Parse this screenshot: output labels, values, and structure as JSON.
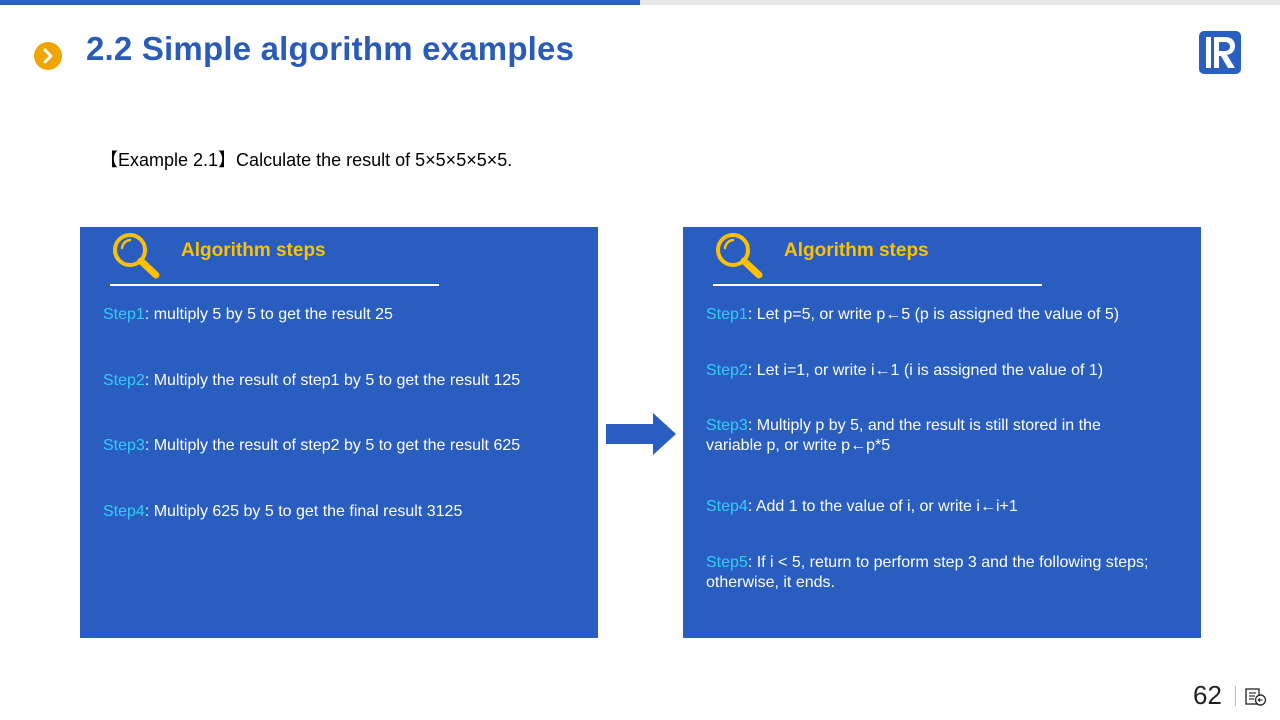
{
  "slide": {
    "title": "2.2 Simple algorithm examples",
    "example": "【Example 2.1】Calculate the result of 5×5×5×5×5.",
    "page_number": "62",
    "progress_fraction": 0.5
  },
  "colors": {
    "accent": "#2a5fc2",
    "panel_bg": "#2a5dc0",
    "heading": "#ffc000",
    "step_label": "#33ccff",
    "bullet": "#f0a500"
  },
  "icons": {
    "title_bullet": "chevron-right-icon",
    "heading": "magnifier-icon",
    "logo": "brand-logo-icon",
    "transition": "arrow-right-icon",
    "footer": "slide-nav-icon"
  },
  "left_panel": {
    "heading": "Algorithm steps",
    "steps": [
      {
        "label": "Step1",
        "text": ": multiply 5 by 5 to get the result 25"
      },
      {
        "label": "Step2",
        "text": ": Multiply the result of step1 by 5 to get the result 125"
      },
      {
        "label": "Step3",
        "text": ": Multiply the result of step2 by 5 to get the result 625"
      },
      {
        "label": "Step4",
        "text": ": Multiply 625 by 5 to get the final result 3125"
      }
    ]
  },
  "right_panel": {
    "heading": "Algorithm steps",
    "steps": [
      {
        "label": "Step1",
        "text": ": Let p=5, or write p←5 (p is assigned the value of 5)"
      },
      {
        "label": "Step2",
        "text": ": Let i=1, or write i←1 (i is assigned the value of 1)"
      },
      {
        "label": "Step3",
        "text": ": Multiply p by 5, and the result is still stored in the variable p, or write p←p*5"
      },
      {
        "label": "Step4",
        "text": ": Add 1 to the value of i, or write  i←i+1"
      },
      {
        "label": "Step5",
        "text": ": If i < 5, return to  perform step 3 and the following steps; otherwise, it ends."
      }
    ]
  }
}
